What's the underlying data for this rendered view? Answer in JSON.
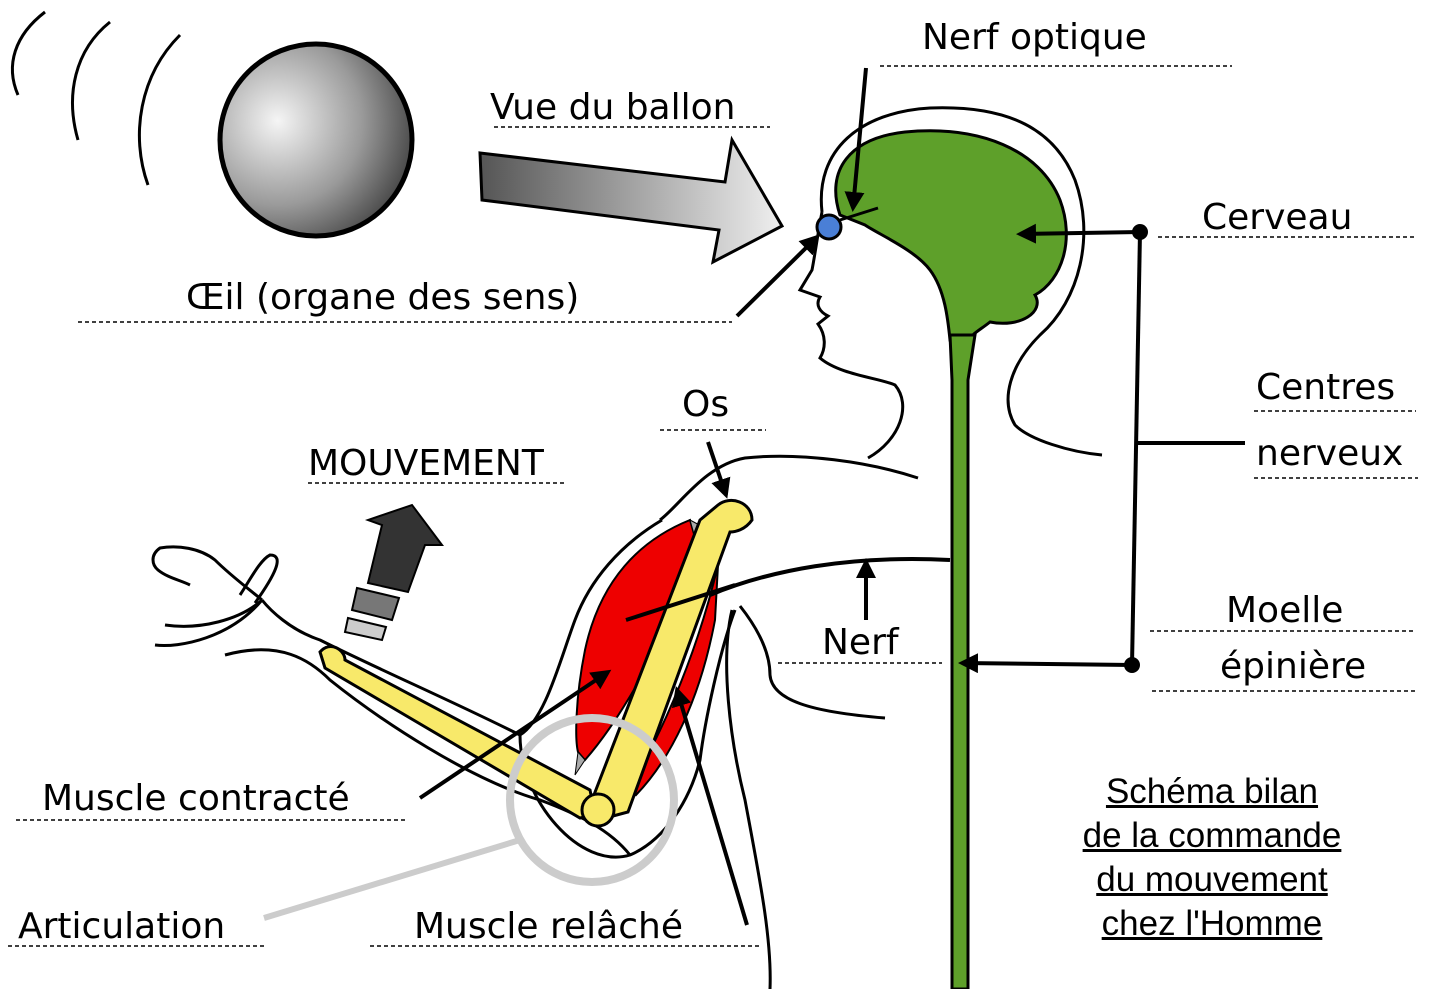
{
  "labels": {
    "nerf_optique": "Nerf optique",
    "vue_du_ballon": "Vue du ballon",
    "cerveau": "Cerveau",
    "oeil": "Œil (organe des sens)",
    "centres_line1": "Centres",
    "centres_line2": "nerveux",
    "os": "Os",
    "mouvement": "MOUVEMENT",
    "nerf": "Nerf",
    "moelle_line1": "Moelle",
    "moelle_line2": "épinière",
    "muscle_contracte": "Muscle contracté",
    "articulation": "Articulation",
    "muscle_relache": "Muscle relâché"
  },
  "title_lines": [
    "Schéma bilan",
    "de la commande",
    "du mouvement",
    "chez l'Homme"
  ],
  "colors": {
    "nervous_system": "#5ea02a",
    "muscle": "#ee0000",
    "bone": "#f8e96a",
    "eye": "#4a7fd6",
    "joint_ring": "#cccccc"
  }
}
